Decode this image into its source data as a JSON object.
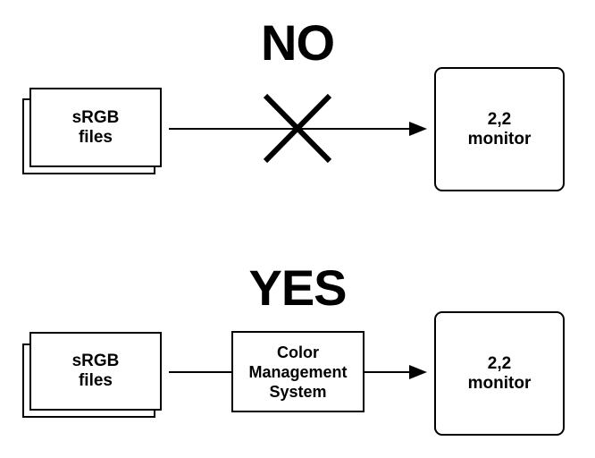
{
  "no_row": {
    "heading": "NO",
    "source": {
      "line1": "sRGB",
      "line2": "files"
    },
    "target": {
      "line1": "2,2",
      "line2": "monitor"
    },
    "blocked_icon": "cross-icon"
  },
  "yes_row": {
    "heading": "YES",
    "source": {
      "line1": "sRGB",
      "line2": "files"
    },
    "middle": {
      "line1": "Color",
      "line2": "Management",
      "line3": "System"
    },
    "target": {
      "line1": "2,2",
      "line2": "monitor"
    }
  },
  "colors": {
    "stroke": "#000000",
    "background": "#ffffff"
  }
}
